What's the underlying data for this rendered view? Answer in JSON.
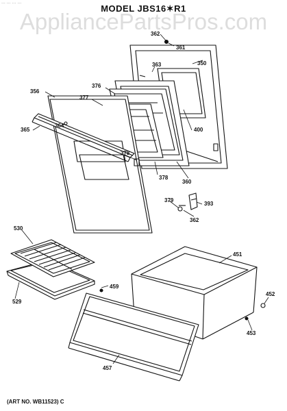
{
  "header": {
    "model_title": "MODEL JBS16✶R1",
    "watermark": "AppliancePartsPros.com",
    "top_crop_text": "...  ...  ...  ..."
  },
  "footer": {
    "art_number": "(ART NO. WB11523) C"
  },
  "callouts": {
    "c350": "350",
    "c356": "356",
    "c360": "360",
    "c361": "361",
    "c362": "362",
    "c362b": "362",
    "c363": "363",
    "c364": "364",
    "c365": "365",
    "c376": "376",
    "c377": "377",
    "c378": "378",
    "c378b": "378",
    "c379": "379",
    "c393": "393",
    "c400": "400",
    "c451": "451",
    "c452": "452",
    "c453": "453",
    "c457": "457",
    "c459": "459",
    "c529": "529",
    "c530": "530"
  }
}
